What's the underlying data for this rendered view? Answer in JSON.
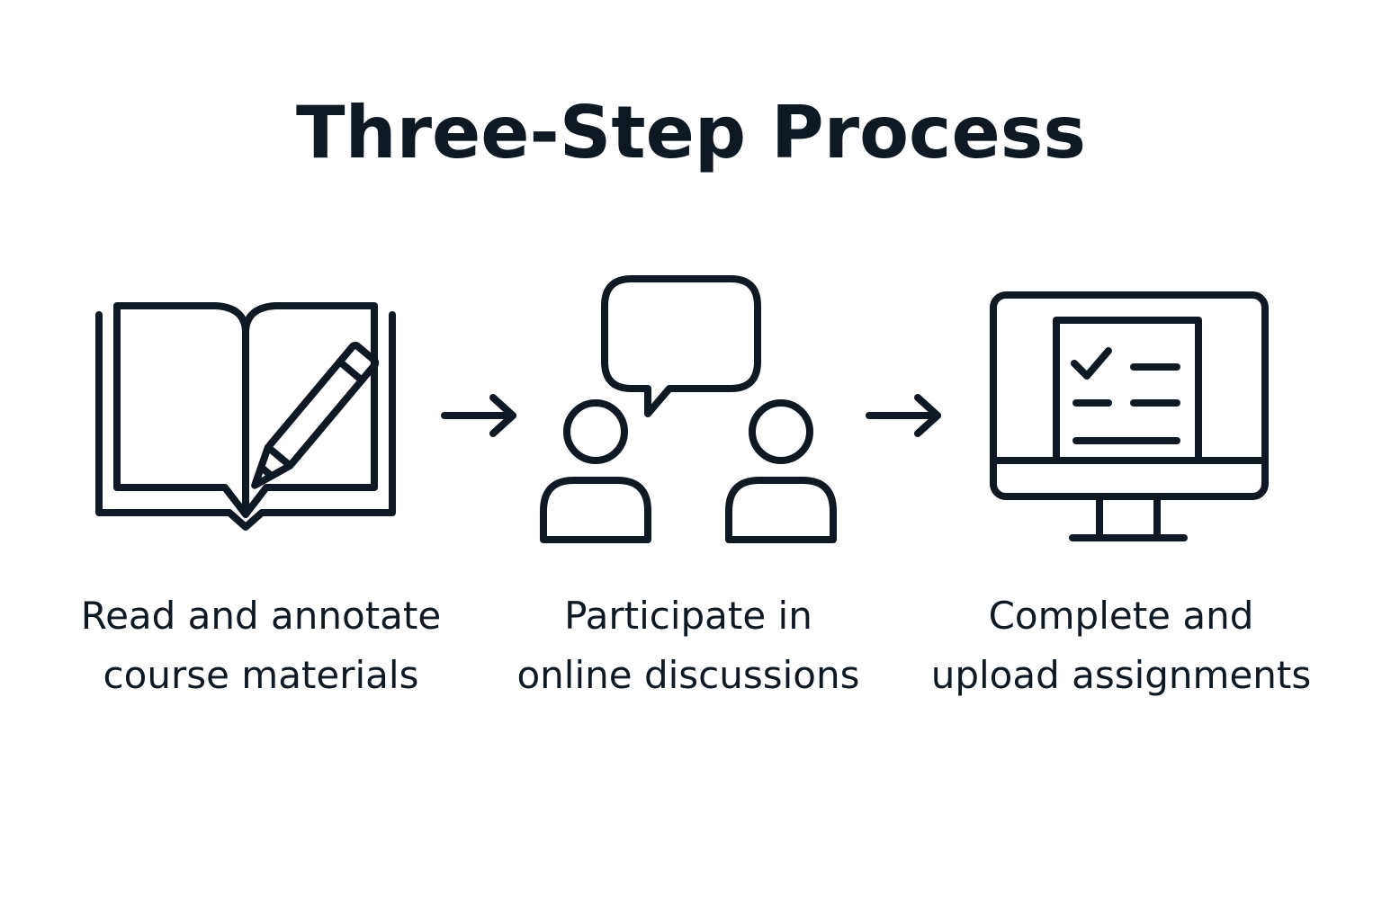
{
  "title": "Three-Step Process",
  "steps": [
    {
      "icon": "book-pencil-icon",
      "line1": "Read and annotate",
      "line2": "course materials"
    },
    {
      "icon": "discussion-people-icon",
      "line1": "Participate in",
      "line2": "online discussions"
    },
    {
      "icon": "computer-checklist-icon",
      "line1": "Complete and",
      "line2": "upload assignments"
    }
  ],
  "connectors": [
    "arrow-right-icon",
    "arrow-right-icon"
  ],
  "colors": {
    "ink": "#0f1923",
    "background": "#ffffff"
  }
}
